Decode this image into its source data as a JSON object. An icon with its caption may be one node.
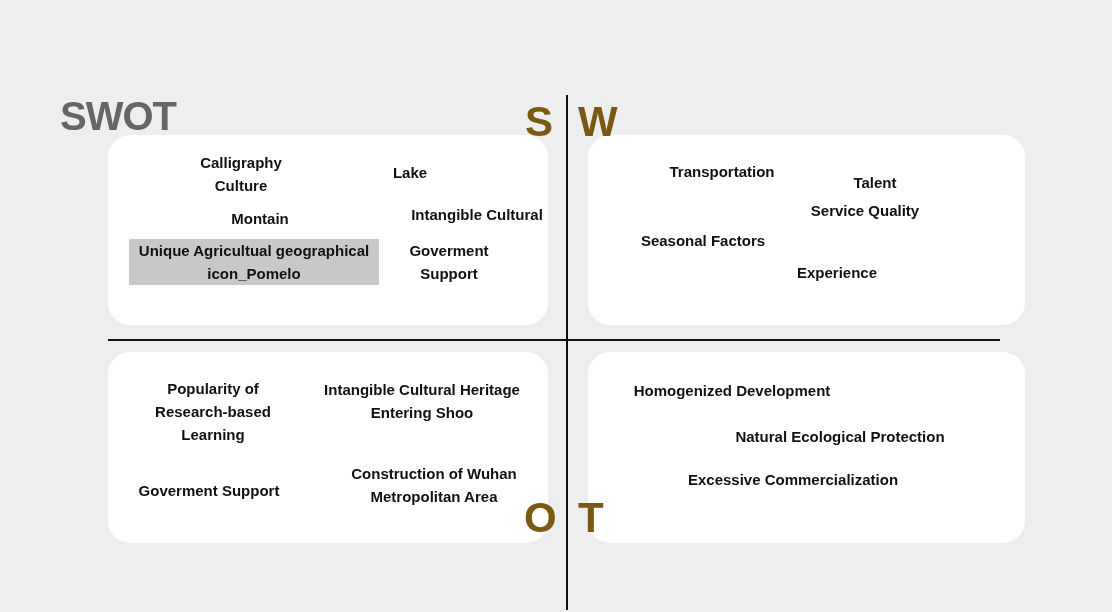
{
  "diagram": {
    "title": "SWOT",
    "nodes": [
      {
        "text": [
          "Calligraphy Culture",
          "Lake",
          "Montain",
          "Intangible Cultural",
          "Unique Agricultual geographical icon_Pomelo",
          "Goverment Support"
        ]
      },
      {
        "text": [
          "Transportation",
          "Talent",
          "Service Quality",
          "Seasonal Factors",
          "Experience"
        ]
      },
      {
        "text": [
          "Popularity of Research-based Learning",
          "Intangible Cultural Heritage Entering Shoo",
          "Goverment Support",
          "Construction of Wuhan Metropolitan Area"
        ]
      },
      {
        "text": [
          "Homogenized Development",
          "Natural Ecological Protection",
          "Excessive Commercialization"
        ]
      }
    ],
    "edges": [],
    "labels": [
      "S",
      "W",
      "O",
      "T"
    ]
  }
}
